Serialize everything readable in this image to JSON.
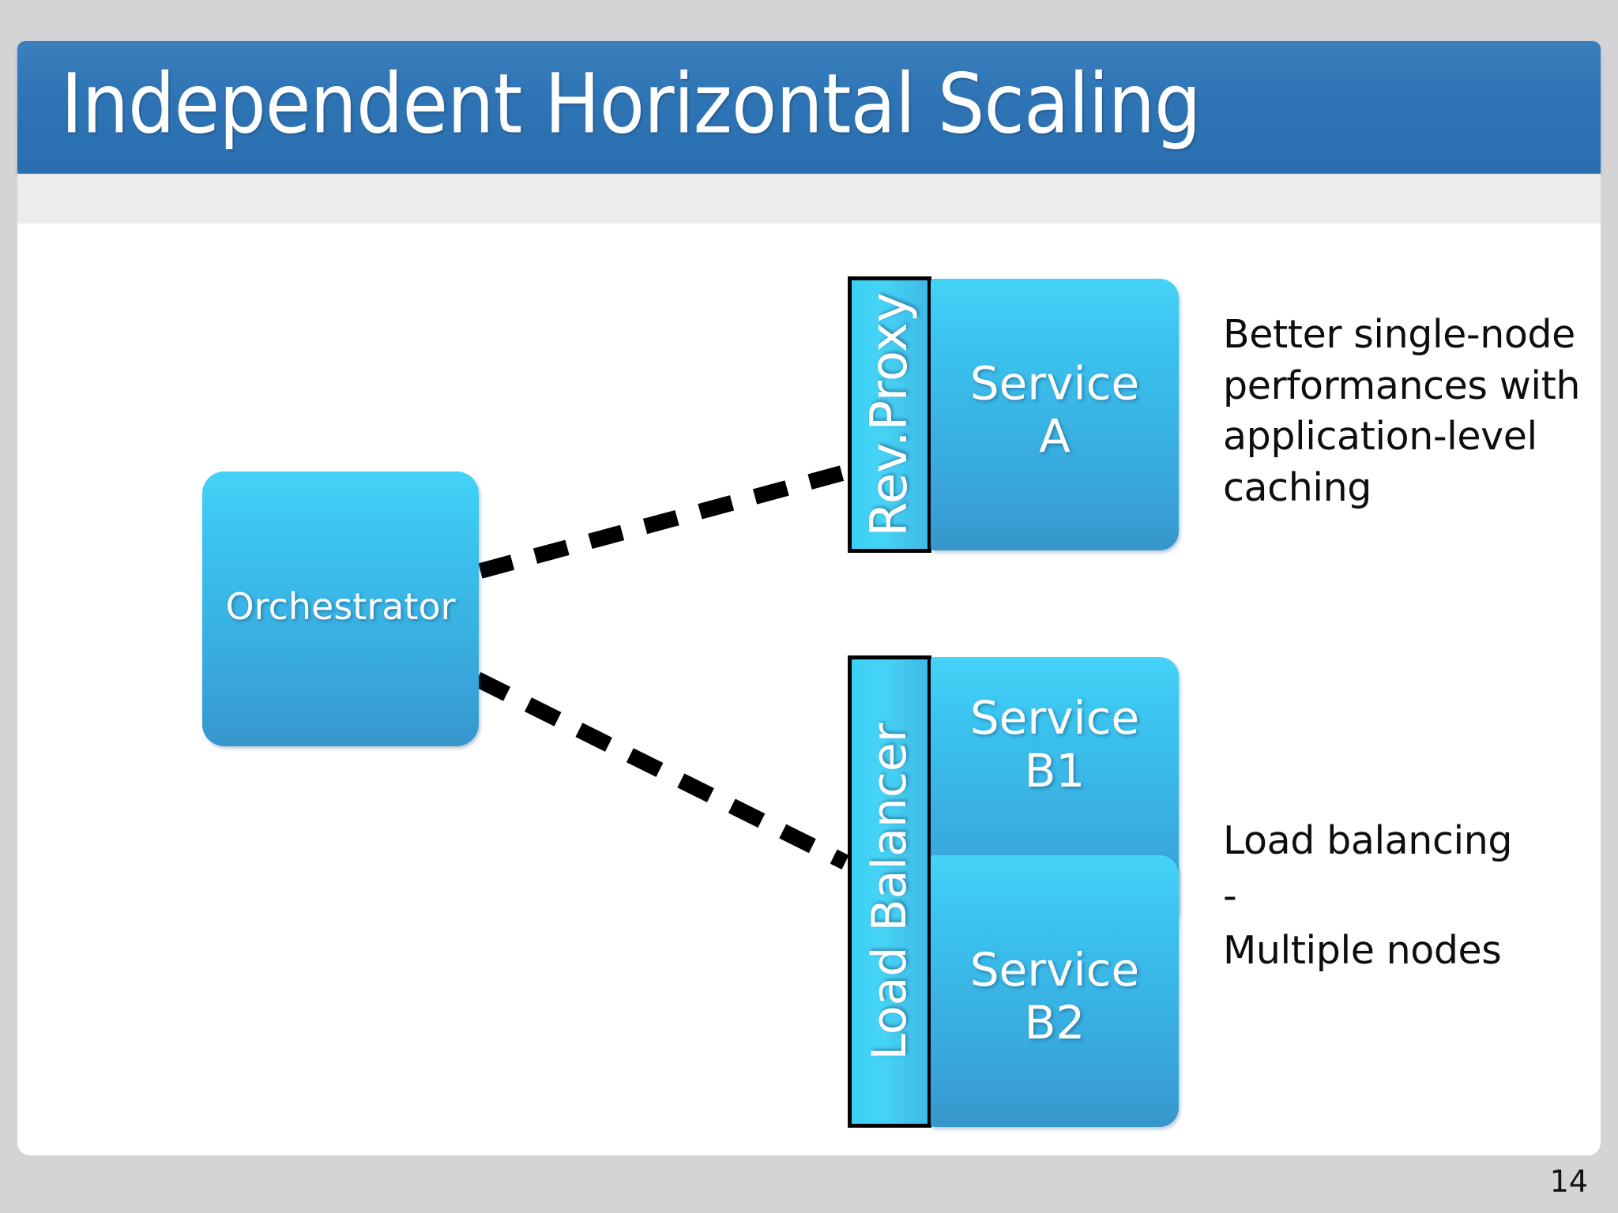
{
  "slide": {
    "title": "Independent Horizontal Scaling",
    "page_number": "14",
    "accent_color": "#2E74B5",
    "node_color_top": "#44D3F7",
    "node_color_bottom": "#3796CC",
    "connector_color": "#000000",
    "background_color": "#d4d4d6",
    "card_color": "#ffffff",
    "band_color": "#ececed"
  },
  "diagram": {
    "orchestrator": {
      "label": "Orchestrator"
    },
    "group_a": {
      "gateway_label": "Rev.Proxy",
      "services": [
        {
          "label": "Service\nA",
          "line1": "Service",
          "line2": "A"
        }
      ],
      "note": "Better single-node performances with application-level caching"
    },
    "group_b": {
      "gateway_label": "Load Balancer",
      "services": [
        {
          "line1": "Service",
          "line2": "B1"
        },
        {
          "line1": "Service",
          "line2": "B2"
        }
      ],
      "note_lines": [
        "Load balancing",
        "-",
        "Multiple nodes"
      ]
    },
    "connectors": [
      {
        "name": "orchestrator-to-rev-proxy",
        "style": "dashed",
        "from": "orchestrator",
        "to": "rev-proxy"
      },
      {
        "name": "orchestrator-to-load-balancer",
        "style": "dashed",
        "from": "orchestrator",
        "to": "load-balancer"
      }
    ]
  }
}
